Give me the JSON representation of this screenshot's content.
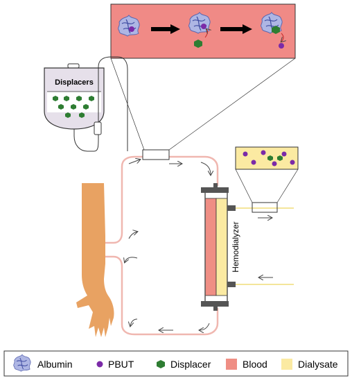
{
  "bag": {
    "label": "Displacers"
  },
  "dialyzer": {
    "label": "Hemodialyzer"
  },
  "legend": {
    "albumin": "Albumin",
    "pbut": "PBUT",
    "displacer": "Displacer",
    "blood": "Blood",
    "dialysate": "Dialysate"
  },
  "colors": {
    "blood": "#ef8e84",
    "dialysate": "#fbeaa2",
    "displacer": "#2e7d32",
    "pbut": "#7b2aa8",
    "albumin": "#7b86c8",
    "arm": "#e8a262",
    "inset_bg": "#f08a86",
    "tube": "#f0b7b0"
  },
  "icons": {
    "albumin": "protein-ribbon-icon",
    "pbut": "purple-dot-icon",
    "displacer": "green-hexagon-icon"
  }
}
